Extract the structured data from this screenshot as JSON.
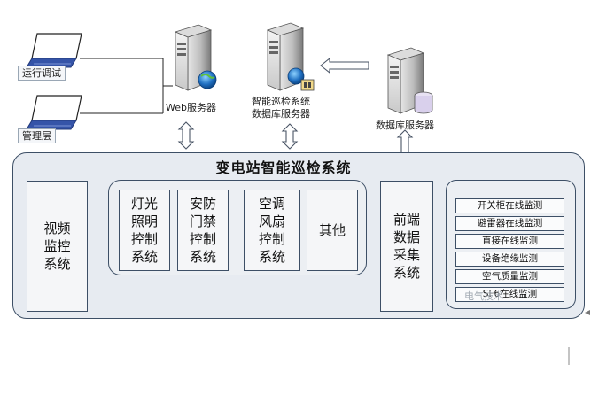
{
  "clients": [
    {
      "label": "运行调试"
    },
    {
      "label": "管理层"
    }
  ],
  "servers": {
    "web": {
      "label": "Web服务器"
    },
    "inspection_db": {
      "label": "智能巡检系统\n数据库服务器"
    },
    "db": {
      "label": "数据库服务器"
    }
  },
  "main_system": {
    "title": "变电站智能巡检系统",
    "video": "视频监控系统",
    "control_modules": [
      {
        "label": "灯光照明控制系统"
      },
      {
        "label": "安防门禁控制系统"
      },
      {
        "label": "空调风扇控制系统"
      },
      {
        "label": "其他"
      }
    ],
    "frontend": "前端数据采集系统",
    "monitors": [
      {
        "label": "开关柜在线监测"
      },
      {
        "label": "避雷器在线监测"
      },
      {
        "label": "直接在线监测"
      },
      {
        "label": "设备绝缘监测"
      },
      {
        "label": "空气质量监测"
      },
      {
        "label": "SF6在线监测"
      }
    ]
  },
  "watermark": "电气技术",
  "colors": {
    "panel_fill": "#e7ebf1",
    "border": "#3d4f66",
    "arrow_fill": "#ffffff",
    "arrow_stroke": "#4a5566"
  }
}
